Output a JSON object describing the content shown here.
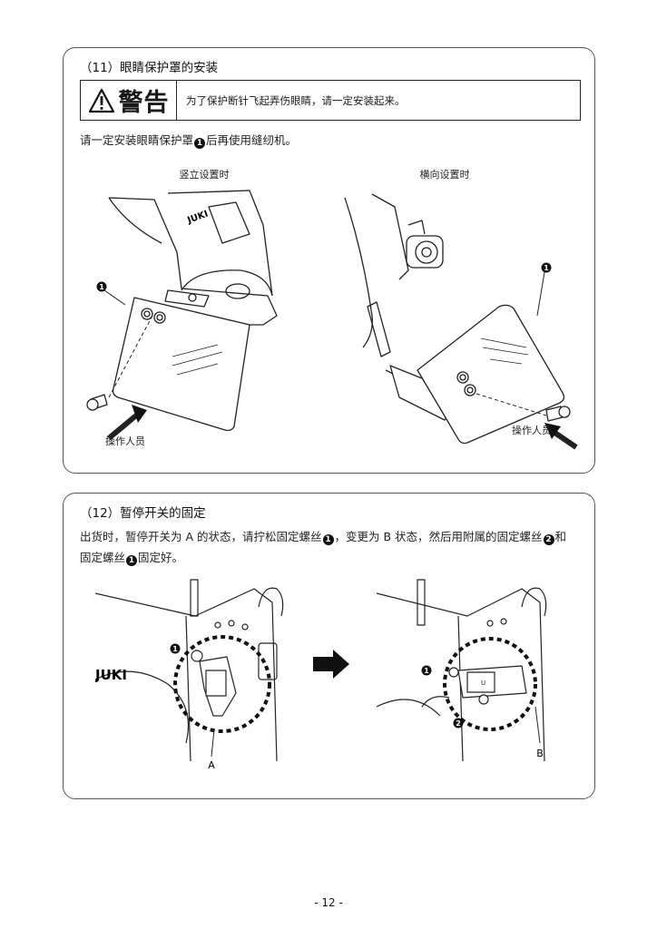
{
  "section1": {
    "title": "（11）眼睛保护罩的安装",
    "warning": {
      "label": "警告",
      "text": "为了保护断针飞起弄伤眼睛，请一定安装起来。"
    },
    "instruction_prefix": "请一定安装眼睛保护罩",
    "instruction_marker": "1",
    "instruction_suffix": "后再使用缝纫机。",
    "figure_left": {
      "caption": "竖立设置时",
      "callout": "1",
      "operator_label": "操作人员",
      "brand_text": "JUKI"
    },
    "figure_right": {
      "caption": "横向设置时",
      "callout": "1",
      "operator_label": "操作人员"
    }
  },
  "section2": {
    "title": "（12）暂停开关的固定",
    "paragraph": {
      "p1": "出货时，暂停开关为 A 的状态，请拧松固定螺丝",
      "m1": "1",
      "p2": "，变更为 B 状态，然后用附属的固定螺丝",
      "m2": "2",
      "p3": "和",
      "p4": "固定螺丝",
      "m3": "1",
      "p5": "固定好。"
    },
    "figure_a": {
      "callout": "1",
      "label": "A",
      "brand_text": "JUKI"
    },
    "figure_b": {
      "callout1": "1",
      "callout2": "2",
      "label": "B"
    }
  },
  "page_number": "- 12 -"
}
